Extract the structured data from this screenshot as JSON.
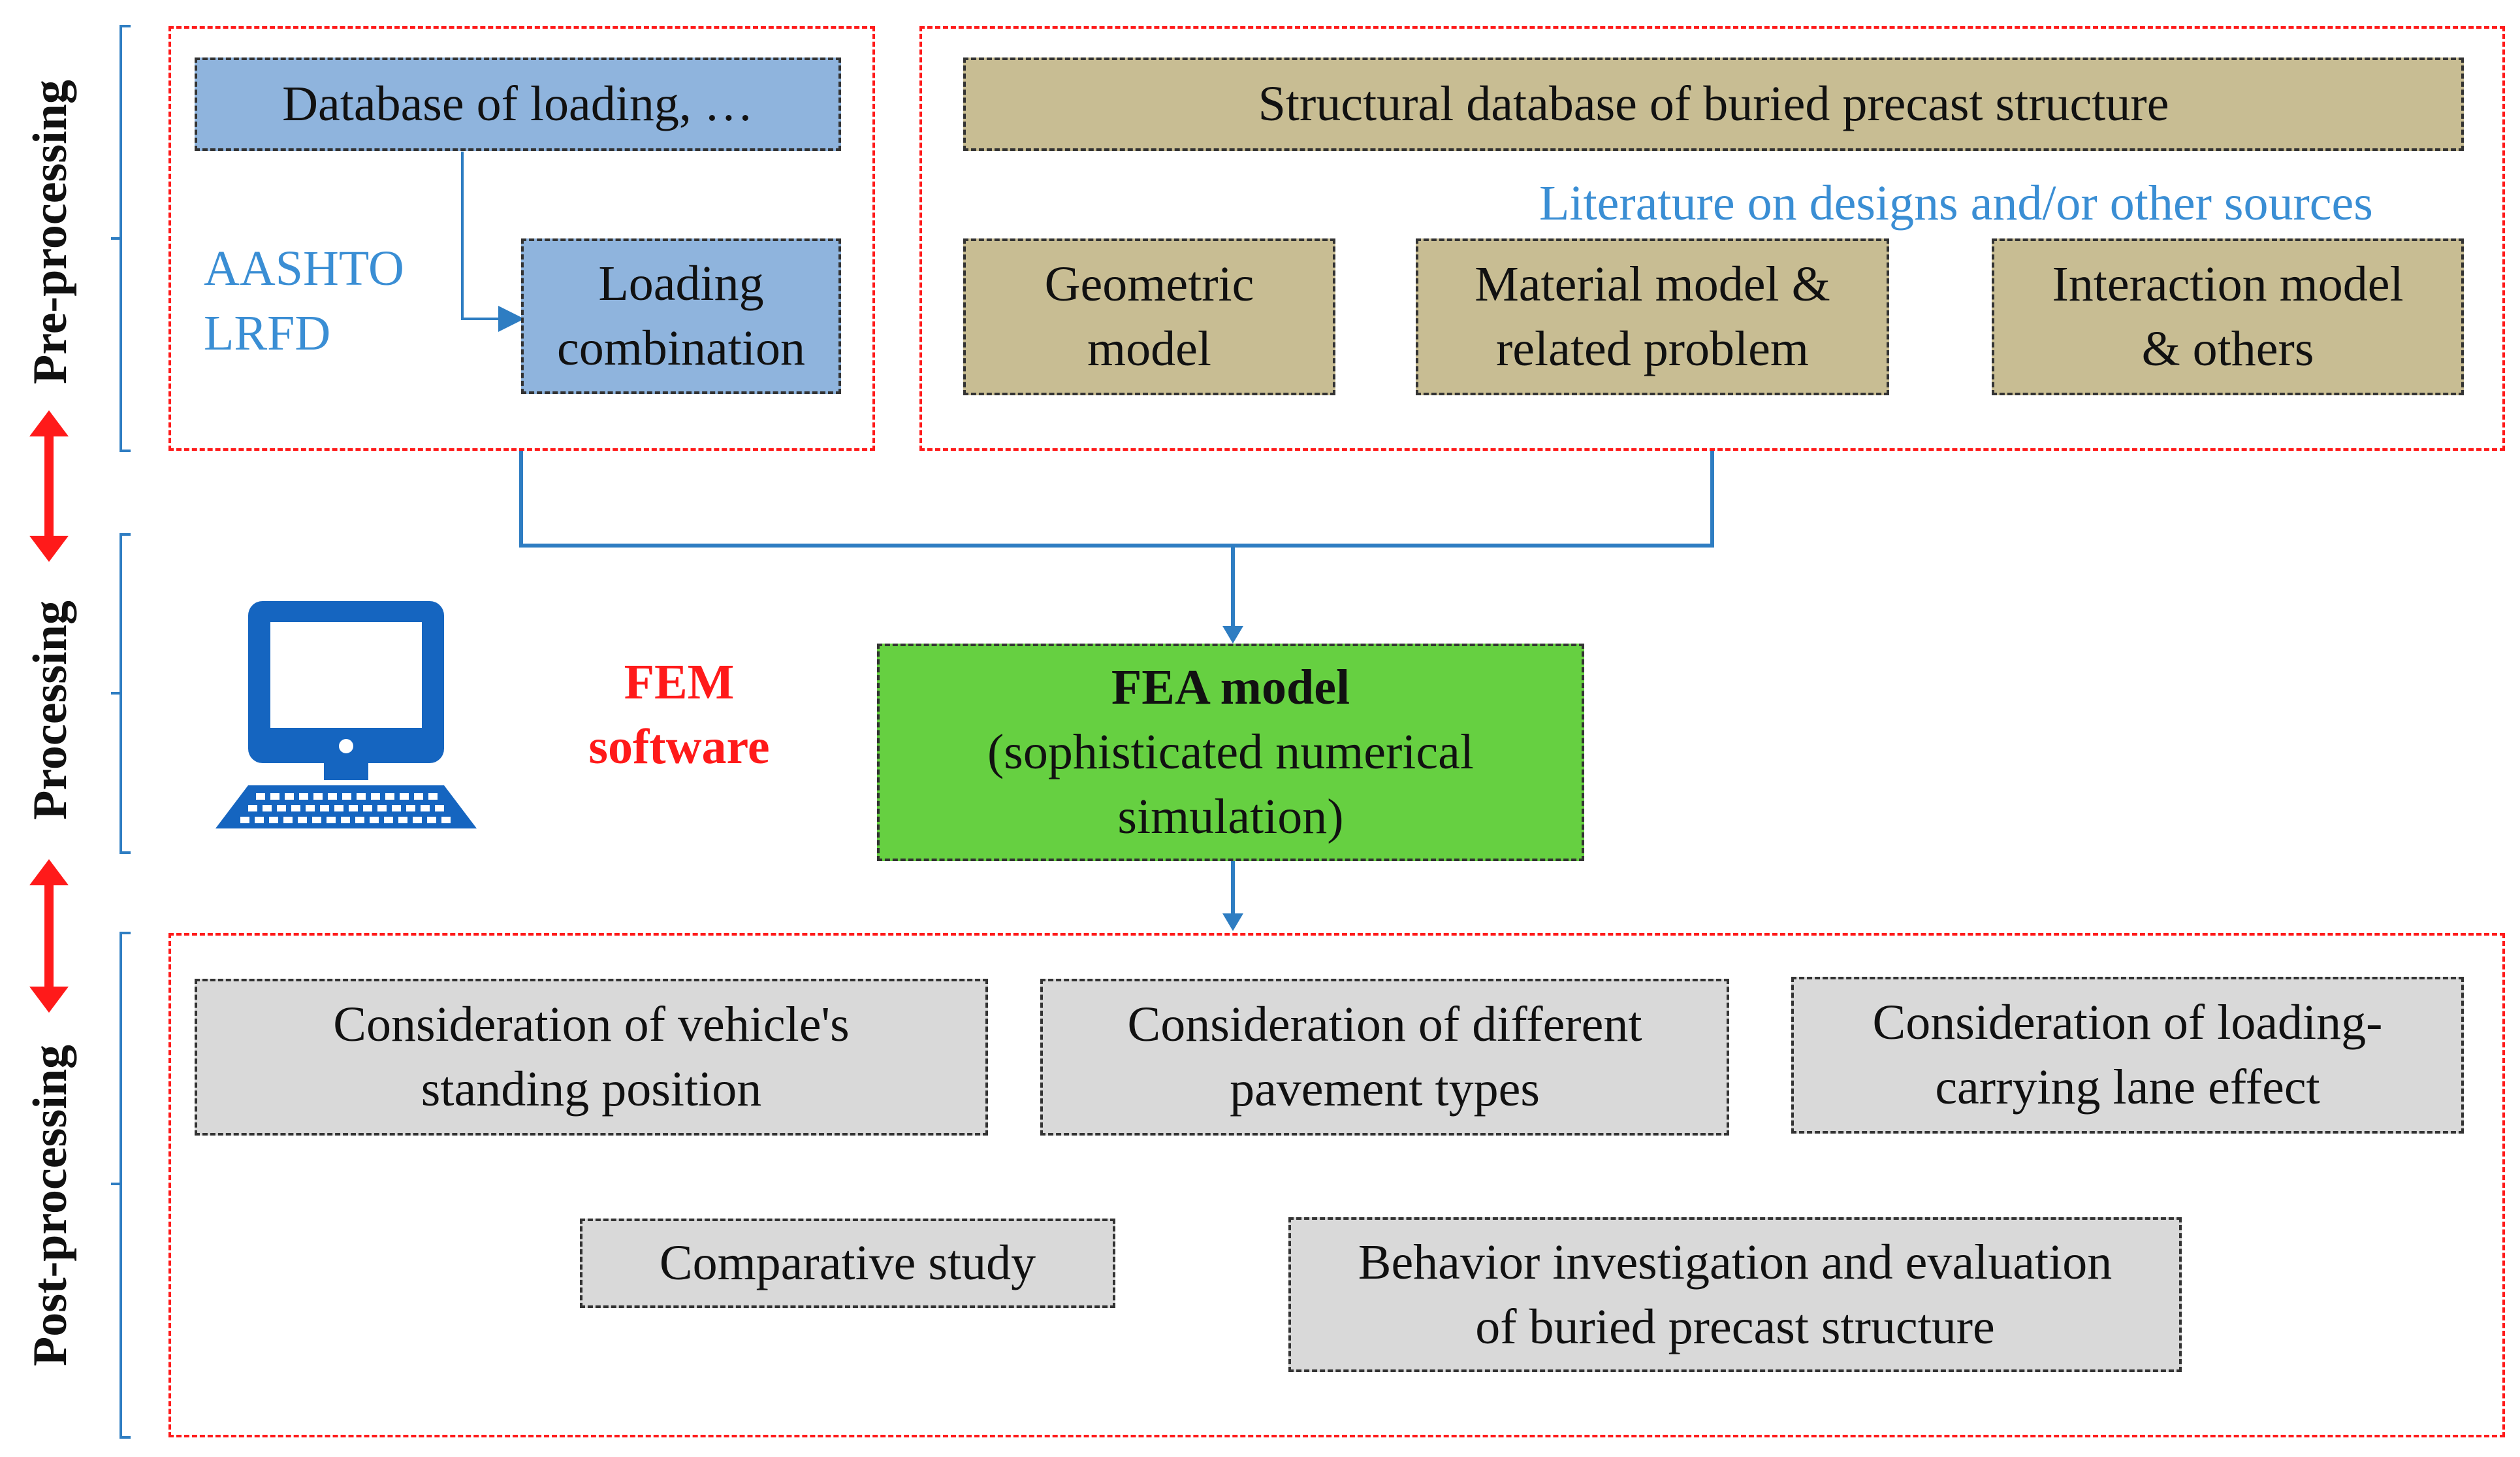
{
  "stages": {
    "pre": "Pre-processing",
    "processing": "Processing",
    "post": "Post-processing"
  },
  "pre": {
    "loading_db": "Database of loading, …",
    "aashto_line1": "AASHTO",
    "aashto_line2": "LRFD",
    "loading_comb_line1": "Loading",
    "loading_comb_line2": "combination",
    "structural_db": "Structural database of buried precast structure",
    "literature": "Literature on designs and/or other sources",
    "geometric_line1": "Geometric",
    "geometric_line2": "model",
    "material_line1": "Material model &",
    "material_line2": "related problem",
    "interaction_line1": "Interaction model",
    "interaction_line2": "& others"
  },
  "processing": {
    "fem_line1": "FEM",
    "fem_line2": "software",
    "fea_title": "FEA model",
    "fea_line2": "(sophisticated numerical",
    "fea_line3": "simulation)"
  },
  "post": {
    "vehicle_line1": "Consideration of vehicle's",
    "vehicle_line2": "standing position",
    "pavement_line1": "Consideration of different",
    "pavement_line2": "pavement types",
    "lane_line1": "Consideration of loading-",
    "lane_line2": "carrying lane effect",
    "comparative": "Comparative study",
    "behavior_line1": "Behavior investigation and evaluation",
    "behavior_line2": "of buried precast structure"
  },
  "colors": {
    "frame": "#ff1a1a",
    "connector": "#2e7dc2",
    "blue_box": "#8fb4dd",
    "tan_box": "#c8bd93",
    "green_box": "#66d041",
    "grey_box": "#d9d9d9",
    "computer_icon": "#1565c0"
  },
  "icons": {
    "computer": "desktop-computer-icon",
    "double_arrow": "red-double-arrow-icon"
  }
}
